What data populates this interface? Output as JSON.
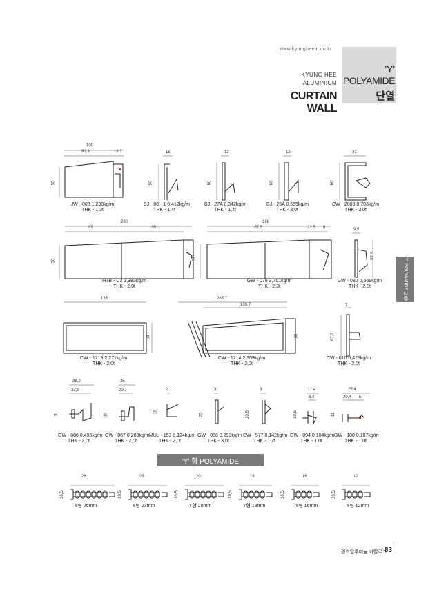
{
  "header": {
    "url": "www.kyungheeal.co.kr",
    "brand_line1": "KYUNG HEE",
    "brand_line2": "ALUMINIUM",
    "title": "CURTAIN WALL",
    "series_y": "'Y'",
    "series_name": "POLYAMIDE",
    "series_kr": "단열"
  },
  "side_tab": {
    "label": "'Y' POLYAMIDE 단열"
  },
  "profiles": [
    {
      "code": "JW - 003  1,288kg/m",
      "thk": "THK - 1,3t",
      "dims": [
        "100",
        "81,3",
        "18,7",
        "55"
      ]
    },
    {
      "code": "BJ - 08 - 1  0,412kg/m",
      "thk": "THK - 1,4t",
      "dims": [
        "15",
        "50"
      ]
    },
    {
      "code": "BJ - 27A  0,342kg/m",
      "thk": "THK - 1,4t",
      "dims": [
        "12",
        "60"
      ]
    },
    {
      "code": "BJ - 26A  0,555kg/m",
      "thk": "THK - 3,0t",
      "dims": [
        "12",
        "60"
      ]
    },
    {
      "code": "CW - 2003  0,703kg/m",
      "thk": "THK - 3,0t",
      "dims": [
        "31",
        "60"
      ]
    },
    {
      "code": "HTB - C3  3,383kg/m",
      "thk": "THK - 2,0t",
      "dims": [
        "200",
        "95",
        "105",
        "50"
      ]
    },
    {
      "code": "GW - 079  3,751kg/m",
      "thk": "THK - 2,3t",
      "dims": [
        "198",
        "167,5",
        "22,5",
        "8",
        "57"
      ]
    },
    {
      "code": "GW - 080  0,669kg/m",
      "thk": "THK - 2,0t",
      "dims": [
        "9,5",
        "57,3"
      ]
    },
    {
      "code": "CW - 1213  2,271kg/m",
      "thk": "THK - 2,0t",
      "dims": [
        "135",
        "54"
      ]
    },
    {
      "code": "CW - 1214  2,309kg/m",
      "thk": "THK - 2,0t",
      "dims": [
        "265,7",
        "130,7",
        "50"
      ]
    },
    {
      "code": "CW - 610  0,479kg/m",
      "thk": "THK - 2,0t",
      "dims": [
        "7",
        "67,7"
      ]
    },
    {
      "code": "GW - 086  0,495kg/m",
      "thk": "THK - 2,0t",
      "dims": [
        "38,2",
        "33,9",
        "9"
      ]
    },
    {
      "code": "GW - 087  0,283kg/m",
      "thk": "THK - 2,0t",
      "dims": [
        "25",
        "20,7",
        "19"
      ]
    },
    {
      "code": "MUL - 153  0,124kg/m",
      "thk": "THK - 2,0t",
      "dims": [
        "2",
        "16"
      ]
    },
    {
      "code": "GW - 088  0,293kg/m",
      "thk": "THK - 3,0t",
      "dims": [
        "3",
        "25"
      ]
    },
    {
      "code": "CW - 577  0,142kg/m",
      "thk": "THK - 1,2t",
      "dims": [
        "6",
        "20,5"
      ]
    },
    {
      "code": "GW - 094  0,104kg/m",
      "thk": "THK - 1,0t",
      "dims": [
        "11,4",
        "6,4",
        "10,5"
      ]
    },
    {
      "code": "GW - 100  0,187kg/m",
      "thk": "THK - 1,0t",
      "dims": [
        "25,4",
        "20,4",
        "5",
        "11"
      ]
    }
  ],
  "section_title": "'Y' 형 POLYAMIDE",
  "polyamides": [
    {
      "label": "Y형 26mm",
      "width": "26",
      "height": "10,5"
    },
    {
      "label": "Y형 23mm",
      "width": "23",
      "height": "10,5"
    },
    {
      "label": "Y형 20mm",
      "width": "20",
      "height": "10,5"
    },
    {
      "label": "Y형 18mm",
      "width": "18",
      "height": "10,5"
    },
    {
      "label": "Y형 16mm",
      "width": "16",
      "height": "10,5"
    },
    {
      "label": "Y형 12mm",
      "width": "12",
      "height": "10,5"
    }
  ],
  "footer": {
    "company": "경희알루미늄 카탈로그",
    "page": "83"
  }
}
